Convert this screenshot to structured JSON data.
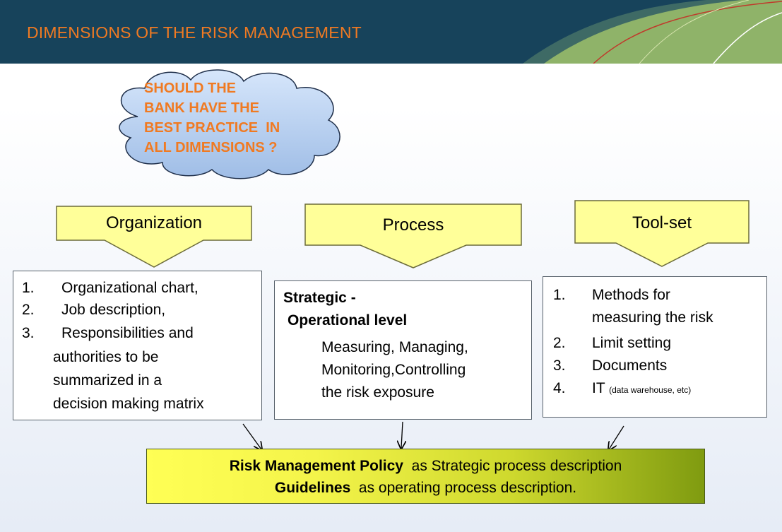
{
  "header": {
    "title": "DIMENSIONS OF THE RISK MANAGEMENT"
  },
  "cloud": {
    "lines": [
      "SHOULD THE",
      "BANK HAVE THE",
      "BEST PRACTICE  IN",
      "ALL DIMENSIONS ?"
    ]
  },
  "dimensions": {
    "organization": "Organization",
    "process": "Process",
    "toolset": "Tool-set"
  },
  "organization_list": {
    "nums": [
      "1.",
      "2.",
      "3."
    ],
    "item1": "Organizational chart,",
    "item2": "Job description,",
    "item3_lines": [
      "Responsibilities and",
      "authorities  to be",
      "summarized  in a",
      "decision making matrix"
    ]
  },
  "process_panel": {
    "heading1": "Strategic   -",
    "heading2": "Operational level",
    "body_lines": [
      "Measuring, Managing,",
      "Monitoring,Controlling",
      "the risk exposure"
    ]
  },
  "toolset_list": {
    "nums": [
      "1.",
      "2.",
      "3.",
      "4."
    ],
    "item1_lines": [
      "Methods for",
      "measuring the risk"
    ],
    "item2": "Limit setting",
    "item3": "Documents",
    "item4_main": "IT",
    "item4_note": "(data warehouse, etc)"
  },
  "policy": {
    "line1_bold": "Risk Management Policy",
    "line1_rest": "  as Strategic process description",
    "line2_bold": "Guidelines",
    "line2_rest": "  as operating process description."
  },
  "colors": {
    "header_bg": "#17435b",
    "title_orange": "#f07a22",
    "arrow_yellow": "#ffff99",
    "cloud_blue": "#b5cff0",
    "policy_green": "#7f9b10"
  }
}
